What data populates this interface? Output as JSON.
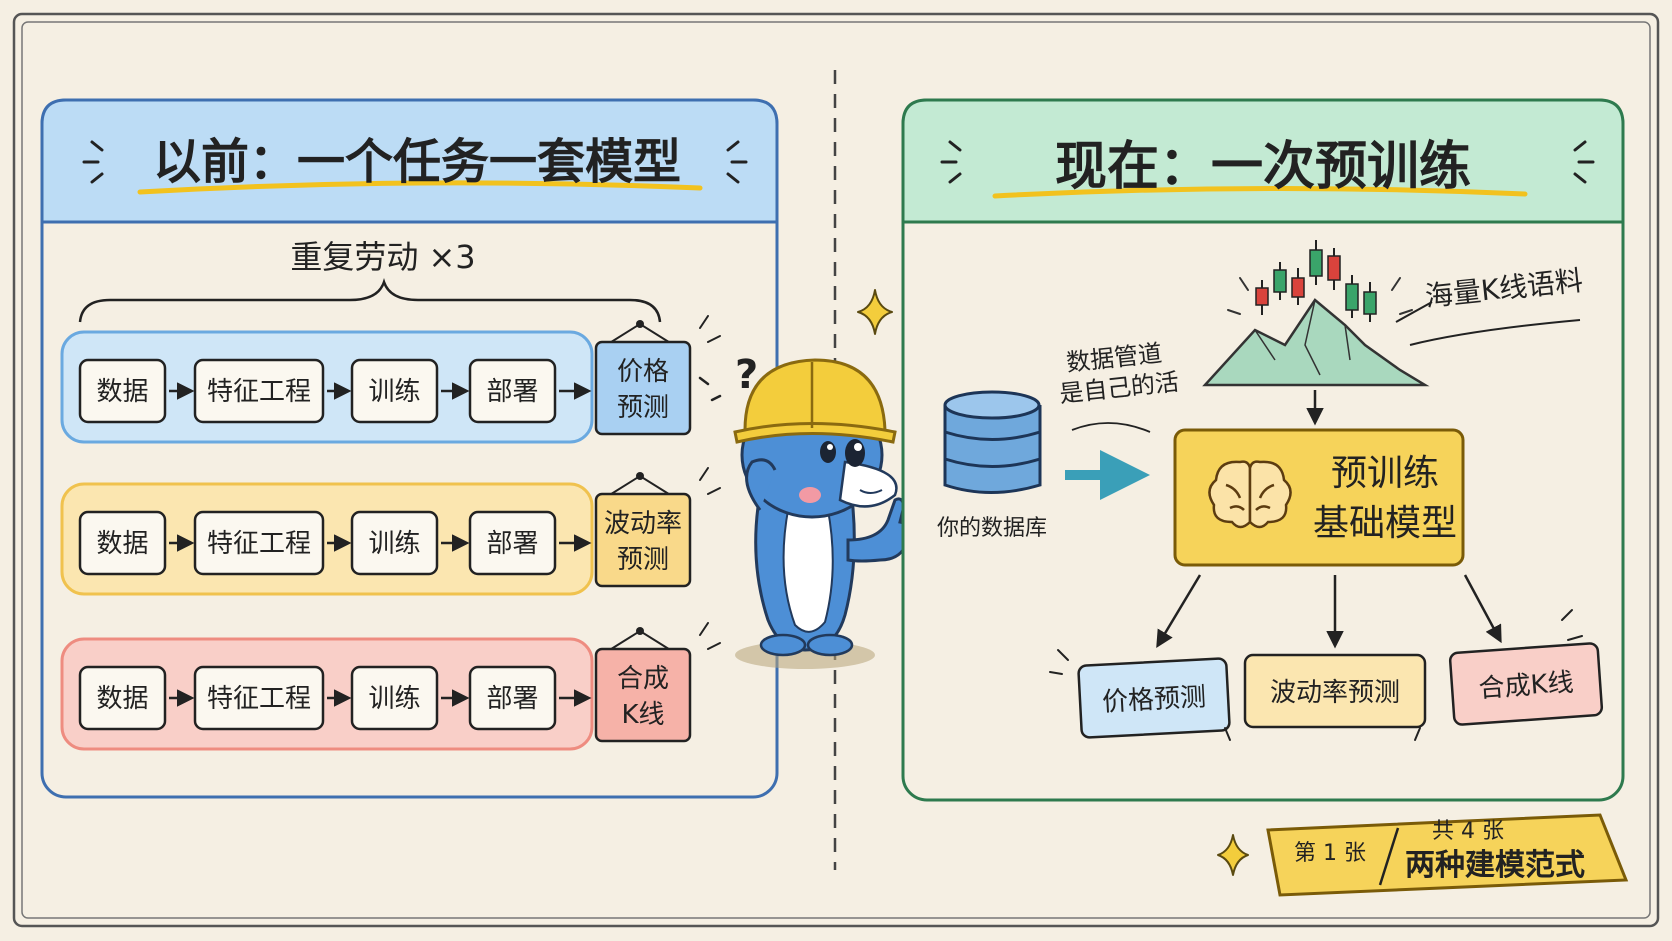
{
  "left_panel": {
    "title": "以前：一个任务一套模型",
    "repeat_label": "重复劳动 ×3",
    "rows": [
      {
        "steps": [
          "数据",
          "特征工程",
          "训练",
          "部署"
        ],
        "output_line1": "价格",
        "output_line2": "预测",
        "color": "#cfe6f7",
        "border": "#6aa9e0",
        "output_color": "#a9d0f2"
      },
      {
        "steps": [
          "数据",
          "特征工程",
          "训练",
          "部署"
        ],
        "output_line1": "波动率",
        "output_line2": "预测",
        "color": "#fbe6b0",
        "border": "#f0c24e",
        "output_color": "#f9d98a"
      },
      {
        "steps": [
          "数据",
          "特征工程",
          "训练",
          "部署"
        ],
        "output_line1": "合成",
        "output_line2": "K线",
        "color": "#f9cfc8",
        "border": "#ee8c80",
        "output_color": "#f6b2a8"
      }
    ],
    "highlight_color": "#8a2fb8"
  },
  "right_panel": {
    "title": "现在：一次预训练",
    "corpus_label": "海量K线语料",
    "pipeline_note_line1": "数据管道",
    "pipeline_note_line2": "是自己的活",
    "database_label": "你的数据库",
    "model_line1": "预训练",
    "model_line2": "基础模型",
    "outputs": [
      {
        "label": "价格预测",
        "color": "#cfe6f7",
        "border": "#6aa9e0"
      },
      {
        "label": "波动率预测",
        "color": "#fbe6b0",
        "border": "#f0c24e"
      },
      {
        "label": "合成K线",
        "color": "#f9cfc8",
        "border": "#ee8c80"
      }
    ]
  },
  "footer": {
    "page": "第 1 张",
    "total": "共 4 张",
    "subtitle": "两种建模范式"
  },
  "colors": {
    "left_header": "#bcdcf5",
    "right_header": "#c3ead3",
    "mascot": "#4d8fd6",
    "helmet": "#f3cd3c",
    "model_box": "#f6d35a",
    "background": "#f5efe3"
  }
}
